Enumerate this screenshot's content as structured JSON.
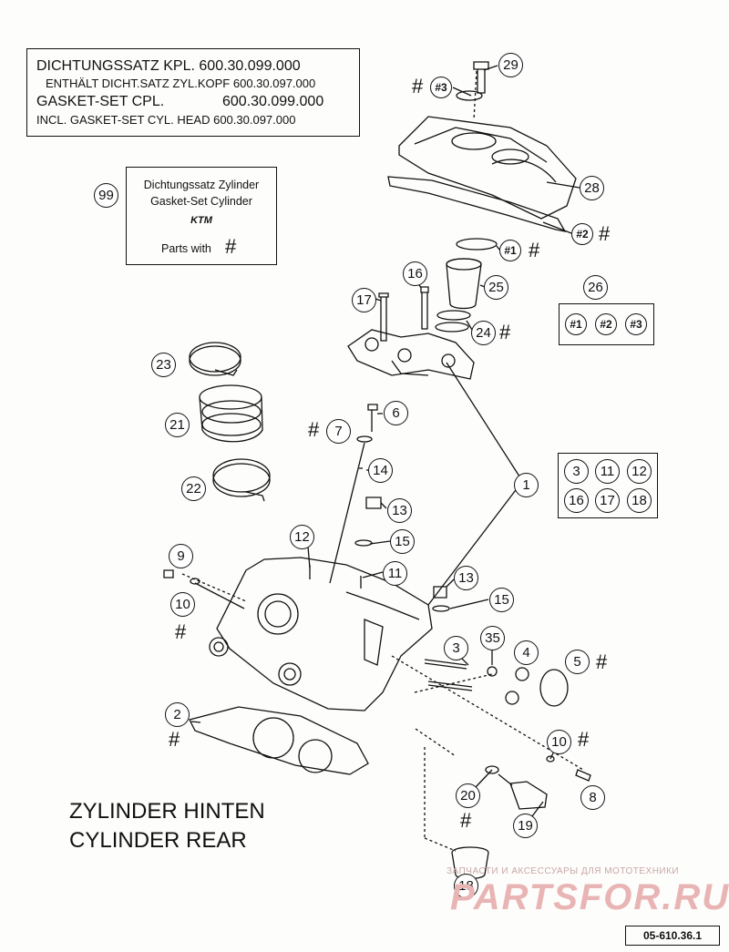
{
  "gasket_set_box": {
    "line1": "DICHTUNGSSATZ KPL. 600.30.099.000",
    "line2": "ENTHÄLT DICHT.SATZ ZYL.KOPF 600.30.097.000",
    "line3_left": "GASKET-SET CPL.",
    "line3_right": "600.30.099.000",
    "line4": "INCL. GASKET-SET CYL. HEAD 600.30.097.000"
  },
  "cylinder_set_box": {
    "number": "99",
    "line1": "Dichtungssatz Zylinder",
    "line2": "Gasket-Set Cylinder",
    "logo": "KTM",
    "line3": "Parts with",
    "hash": "#"
  },
  "kit_26": {
    "number": "26",
    "items": [
      "#1",
      "#2",
      "#3"
    ]
  },
  "kit_1": {
    "number": "1",
    "items": [
      "3",
      "11",
      "12",
      "16",
      "17",
      "18"
    ]
  },
  "callouts": [
    {
      "id": "29",
      "hash": false
    },
    {
      "id": "#3",
      "hash": true,
      "small": true
    },
    {
      "id": "28",
      "hash": false
    },
    {
      "id": "#2",
      "hash": true,
      "small": true
    },
    {
      "id": "#1",
      "hash": true,
      "small": true
    },
    {
      "id": "25",
      "hash": false
    },
    {
      "id": "24",
      "hash": true
    },
    {
      "id": "16",
      "hash": false
    },
    {
      "id": "17",
      "hash": false
    },
    {
      "id": "23",
      "hash": false
    },
    {
      "id": "21",
      "hash": false
    },
    {
      "id": "22",
      "hash": false
    },
    {
      "id": "6",
      "hash": false
    },
    {
      "id": "7",
      "hash": true
    },
    {
      "id": "14",
      "hash": false
    },
    {
      "id": "13",
      "hash": false
    },
    {
      "id": "15",
      "hash": false
    },
    {
      "id": "12",
      "hash": false
    },
    {
      "id": "11",
      "hash": false
    },
    {
      "id": "9",
      "hash": false
    },
    {
      "id": "10",
      "hash": true
    },
    {
      "id": "13",
      "hash": false
    },
    {
      "id": "15",
      "hash": false
    },
    {
      "id": "3",
      "hash": false
    },
    {
      "id": "35",
      "hash": false
    },
    {
      "id": "4",
      "hash": false
    },
    {
      "id": "5",
      "hash": true
    },
    {
      "id": "2",
      "hash": true
    },
    {
      "id": "10",
      "hash": true
    },
    {
      "id": "8",
      "hash": false
    },
    {
      "id": "20",
      "hash": true
    },
    {
      "id": "19",
      "hash": false
    },
    {
      "id": "18",
      "hash": false
    },
    {
      "id": "1",
      "hash": false
    }
  ],
  "hash_symbol": "#",
  "title_de": "ZYLINDER HINTEN",
  "title_en": "CYLINDER REAR",
  "reference": "05-610.36.1",
  "watermark": {
    "line1": "ЗАПЧАСТИ И АКСЕССУАРЫ ДЛЯ МОТОТЕХНИКИ",
    "line2": "PARTSFOR.RU"
  }
}
